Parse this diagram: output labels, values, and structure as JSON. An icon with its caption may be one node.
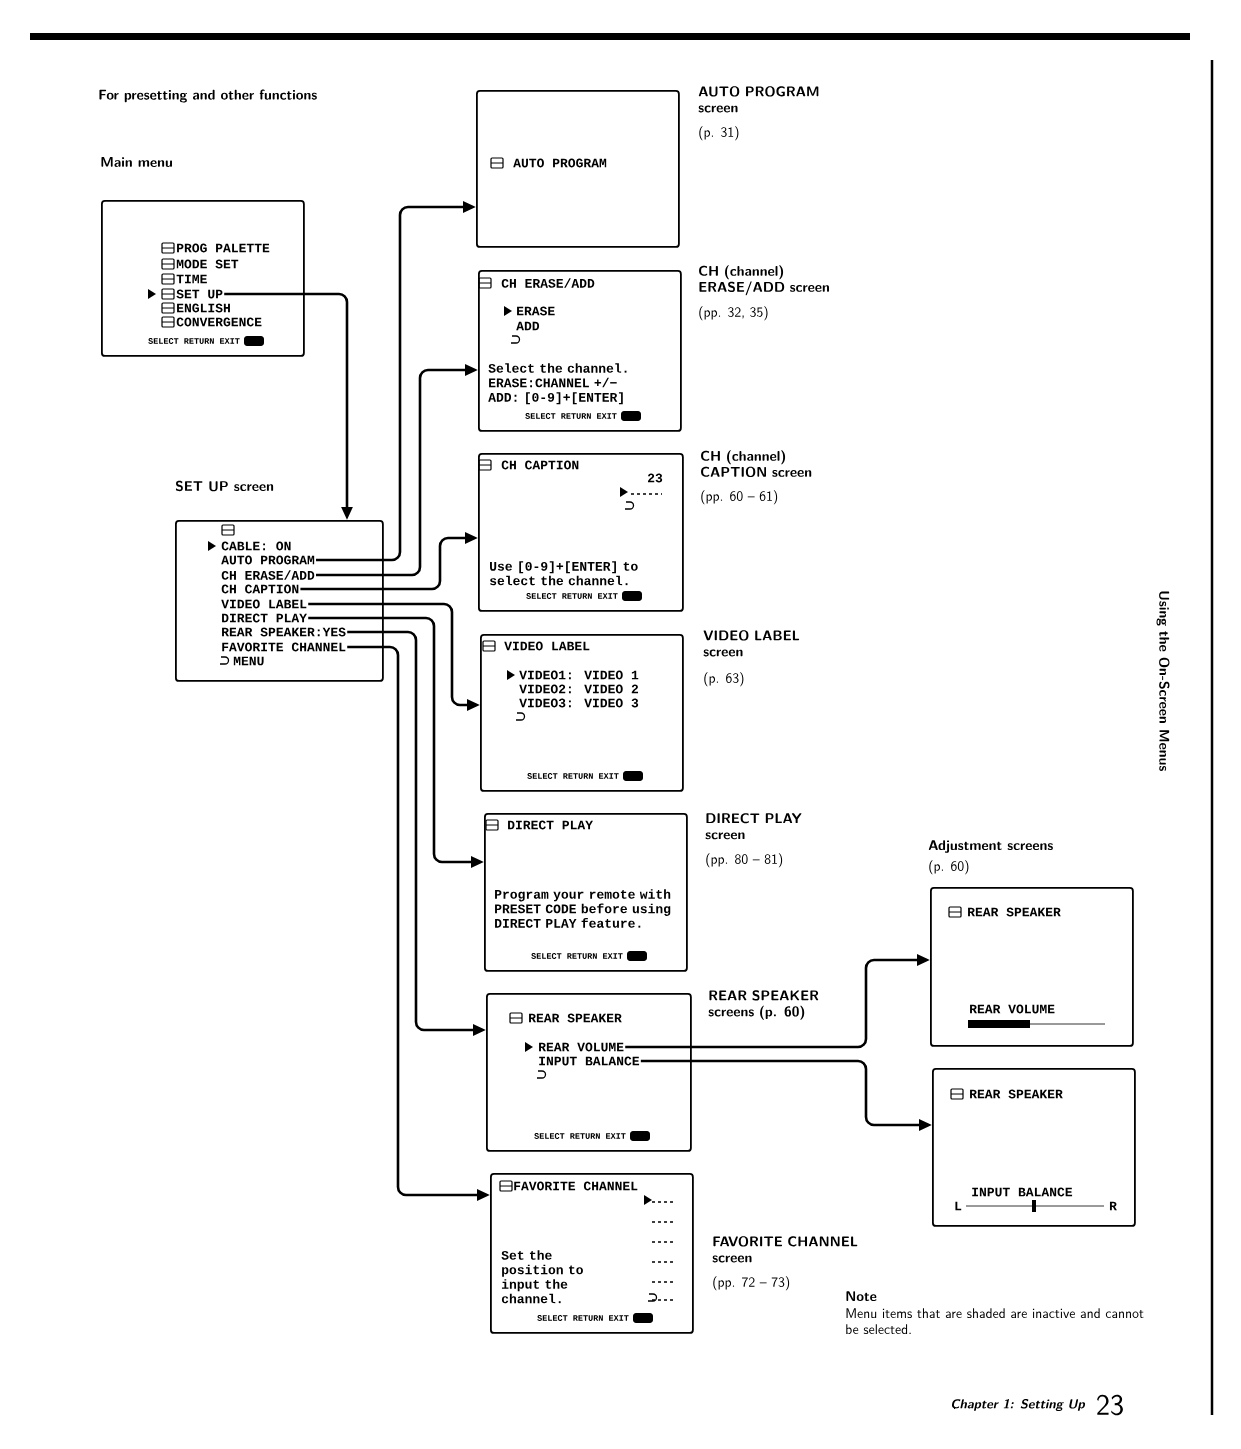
{
  "diagram": {
    "title": "For presetting and other functions",
    "nodes": [
      {
        "text": [
          "PROG PALETTE",
          "MODE SET",
          "TIME",
          "ENGLISH",
          "CONVERGENCE",
          "SELECT RETURN EXIT"
        ],
        "beside": [
          "Main menu"
        ]
      },
      {
        "text": [
          "SET UP"
        ],
        "in": 0
      },
      {
        "text": [
          "CABLE: ON",
          "MENU"
        ],
        "beside": [
          "SET UP screen"
        ]
      },
      {
        "text": [
          "AUTO PROGRAM"
        ],
        "in": 2
      },
      {
        "text": [
          "CH ERASE/ADD"
        ],
        "in": 2
      },
      {
        "text": [
          "CH CAPTION"
        ],
        "in": 2
      },
      {
        "text": [
          "VIDEO LABEL"
        ],
        "in": 2
      },
      {
        "text": [
          "DIRECT PLAY"
        ],
        "in": 2
      },
      {
        "text": [
          "REAR SPEAKER:YES"
        ],
        "in": 2
      },
      {
        "text": [
          "FAVORITE CHANNEL"
        ],
        "in": 2
      },
      {
        "text": [
          "AUTO PROGRAM"
        ],
        "beside": [
          "AUTO PROGRAM screen",
          "(p. 31)"
        ]
      },
      {
        "text": [
          "CH ERASE/ADD",
          "ERASE",
          "ADD",
          "Select the channel. ERASE:CHANNEL +/− ADD: [0-9]+[ENTER]",
          "SELECT RETURN EXIT"
        ],
        "beside": [
          "CH (channel) ERASE/ADD screen",
          "(pp. 32, 35)"
        ]
      },
      {
        "text": [
          "CH CAPTION",
          "23",
          "Use [0-9]+[ENTER] to select the channel.",
          "SELECT RETURN EXIT"
        ],
        "beside": [
          "CH (channel) CAPTION screen",
          "(pp. 60 – 61)"
        ]
      },
      {
        "text": [
          "VIDEO LABEL",
          "VIDEO1: VIDEO 1",
          "VIDEO2: VIDEO 2",
          "VIDEO3: VIDEO 3",
          "SELECT RETURN EXIT"
        ],
        "beside": [
          "VIDEO LABEL screen",
          "(p. 63)"
        ]
      },
      {
        "text": [
          "DIRECT PLAY",
          "Program your remote with PRESET CODE before using DIRECT PLAY feature.",
          "SELECT RETURN EXIT"
        ],
        "beside": [
          "DIRECT PLAY screen",
          "(pp. 80 – 81)"
        ]
      },
      {
        "text": [
          "REAR SPEAKER",
          "SELECT RETURN EXIT"
        ],
        "beside": [
          "**REAR SPEAKER screens** (p. 60)"
        ]
      },
      {
        "text": [
          "REAR VOLUME"
        ],
        "in": 15
      },
      {
        "text": [
          "INPUT BALANCE"
        ],
        "in": 15
      },
      {
        "text": [
          "FAVORITE CHANNEL",
          "Set the position to input the channel.",
          "SELECT RETURN EXIT"
        ],
        "beside": [
          "FAVORITE CHANNEL screen",
          "(pp. 72 – 73)"
        ]
      },
      {
        "text": [
          "REAR SPEAKER",
          "REAR VOLUME"
        ]
      },
      {
        "text": [
          "REAR SPEAKER",
          "INPUT BALANCE",
          "L",
          "R"
        ]
      }
    ],
    "edges": [
      {
        "from": 1,
        "to": 2,
        "arrow": "to"
      },
      {
        "from": 3,
        "to": 10,
        "arrow": "to"
      },
      {
        "from": 4,
        "to": 11,
        "arrow": "to"
      },
      {
        "from": 5,
        "to": 12,
        "arrow": "to"
      },
      {
        "from": 6,
        "to": 13,
        "arrow": "to"
      },
      {
        "from": 7,
        "to": 14,
        "arrow": "to"
      },
      {
        "from": 8,
        "to": 15,
        "arrow": "to"
      },
      {
        "from": 9,
        "to": 18,
        "arrow": "to"
      },
      {
        "from": 16,
        "to": 19,
        "arrow": "to"
      },
      {
        "from": 17,
        "to": 20,
        "arrow": "to"
      }
    ],
    "labels": [
      "Adjustment screens",
      "(p. 60)",
      "Note",
      "Menu items that are shaded are inactive and cannot be selected.",
      "Chapter 1: Setting Up",
      "23",
      "Using the On-Screen Menus"
    ]
  }
}
